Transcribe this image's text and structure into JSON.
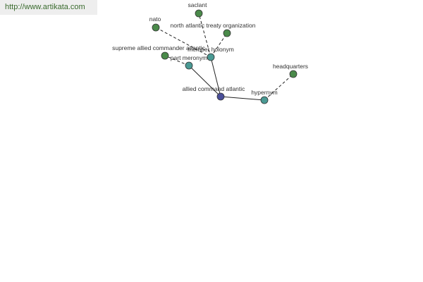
{
  "banner": {
    "url_text": "http://www.artikata.com"
  },
  "colors": {
    "center_node": "#4a4f9a",
    "relation_node": "#4a9a94",
    "word_node": "#4a8a4a"
  },
  "nodes": [
    {
      "id": "center",
      "label": "allied command atlantic",
      "kind": "center"
    },
    {
      "id": "part-meronym",
      "label": "part meronym",
      "kind": "relation"
    },
    {
      "id": "member-holonym",
      "label": "member holonym",
      "kind": "relation"
    },
    {
      "id": "hypernym",
      "label": "hypernym",
      "kind": "relation"
    },
    {
      "id": "nato",
      "label": "nato",
      "kind": "word"
    },
    {
      "id": "saclant",
      "label": "saclant",
      "kind": "word"
    },
    {
      "id": "nato-full",
      "label": "north atlantic treaty organization",
      "kind": "word"
    },
    {
      "id": "sacla",
      "label": "supreme allied commander atlantic",
      "kind": "word"
    },
    {
      "id": "headquarters",
      "label": "headquarters",
      "kind": "word"
    }
  ],
  "edges": [
    {
      "from": "center",
      "to": "part-meronym",
      "style": "solid"
    },
    {
      "from": "center",
      "to": "member-holonym",
      "style": "solid"
    },
    {
      "from": "center",
      "to": "hypernym",
      "style": "solid"
    },
    {
      "from": "part-meronym",
      "to": "sacla",
      "style": "dashed"
    },
    {
      "from": "member-holonym",
      "to": "nato",
      "style": "dashed"
    },
    {
      "from": "member-holonym",
      "to": "saclant",
      "style": "dashed"
    },
    {
      "from": "member-holonym",
      "to": "nato-full",
      "style": "dashed"
    },
    {
      "from": "hypernym",
      "to": "headquarters",
      "style": "dashed"
    }
  ]
}
